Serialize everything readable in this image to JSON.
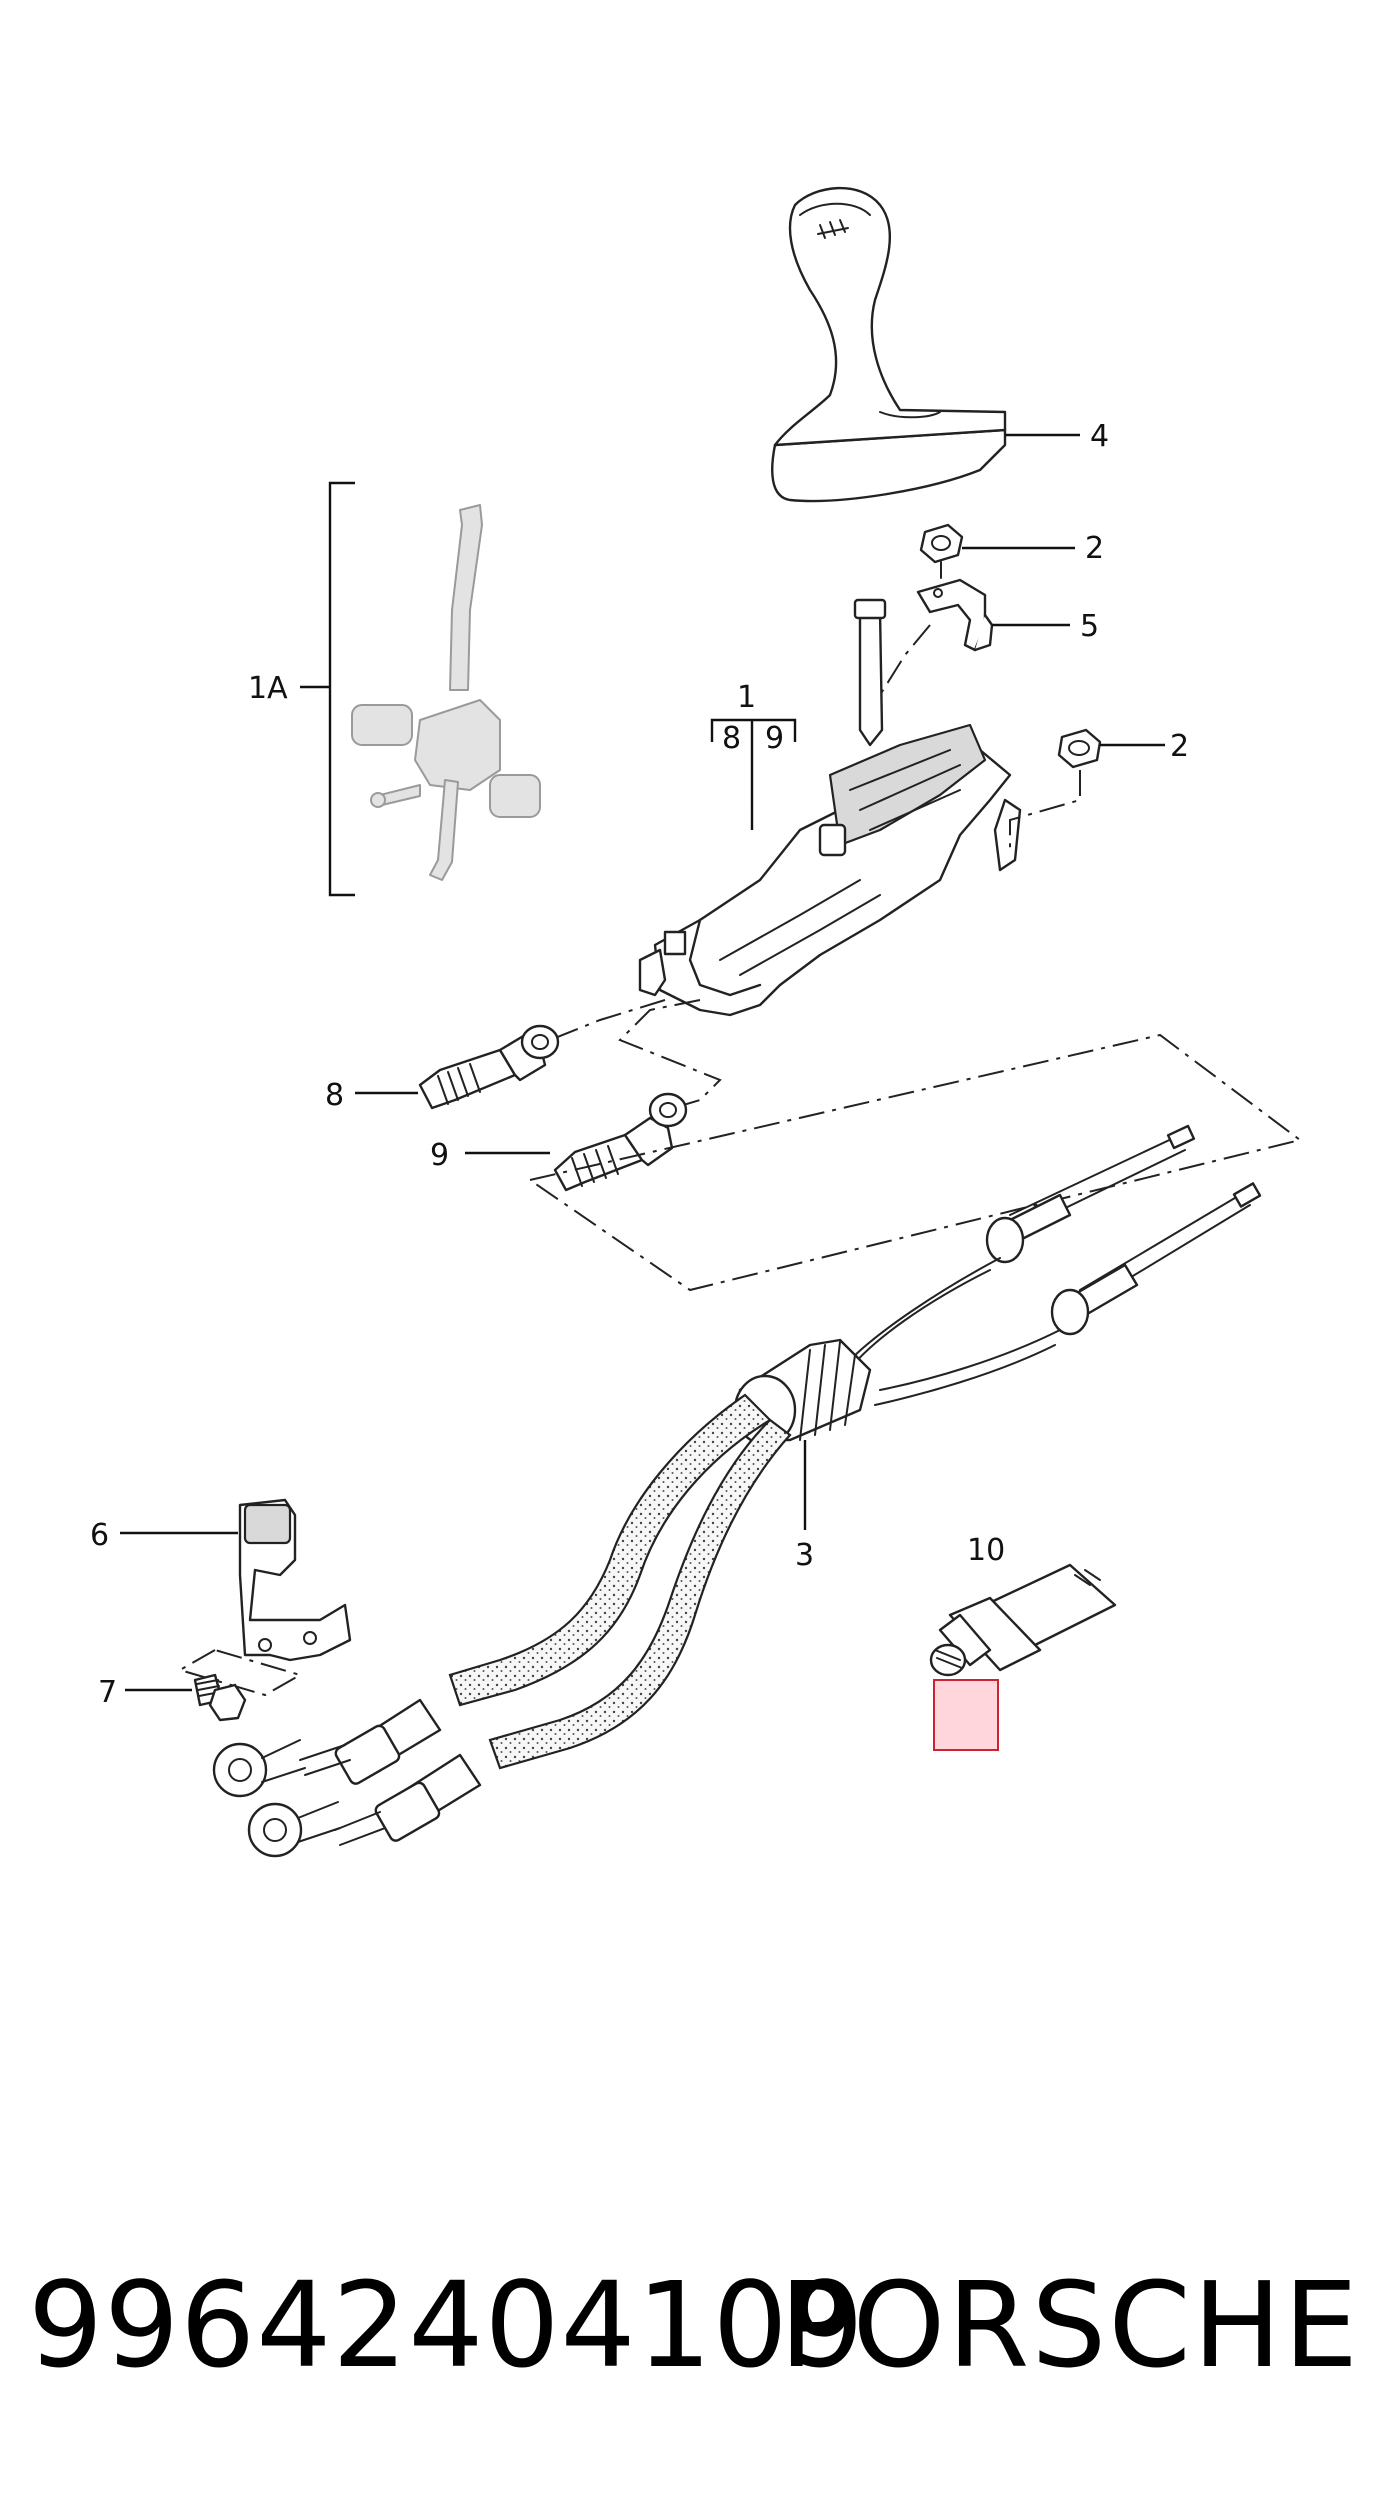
{
  "diagram": {
    "callouts": {
      "c1": "1",
      "c1a": "1A",
      "c2a": "2",
      "c2b": "2",
      "c3": "3",
      "c4": "4",
      "c5": "5",
      "c6": "6",
      "c7": "7",
      "c8a": "8",
      "c8b": "8",
      "c9a": "9",
      "c9b": "9",
      "c10": "10"
    },
    "highlight_color": "#ffd6dc",
    "highlight_border": "#cc2233"
  },
  "footer": {
    "part_number": "99642404109",
    "brand": "PORSCHE"
  }
}
